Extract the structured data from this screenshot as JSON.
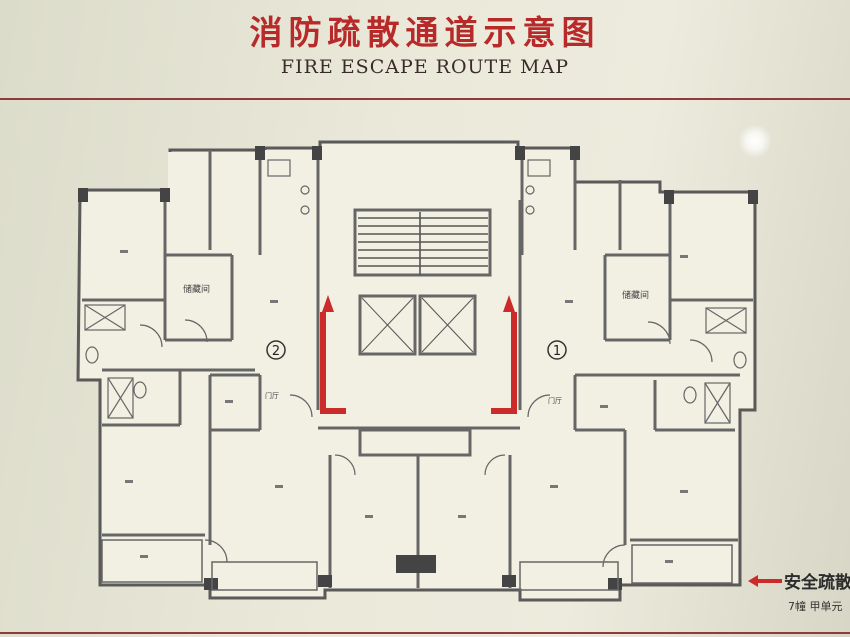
{
  "sign": {
    "title_cn": "消防疏散通道示意图",
    "title_en": "FIRE ESCAPE ROUTE MAP"
  },
  "units": [
    "1",
    "2"
  ],
  "colors": {
    "accent": "#b82a2a",
    "walls": "#5a5a5a",
    "paper": "#ecebdd"
  },
  "legend": {
    "label": "安全疏散",
    "sub": "7幢 甲单元"
  },
  "rooms": {
    "storage": "储藏间",
    "entrance": "门厅"
  }
}
